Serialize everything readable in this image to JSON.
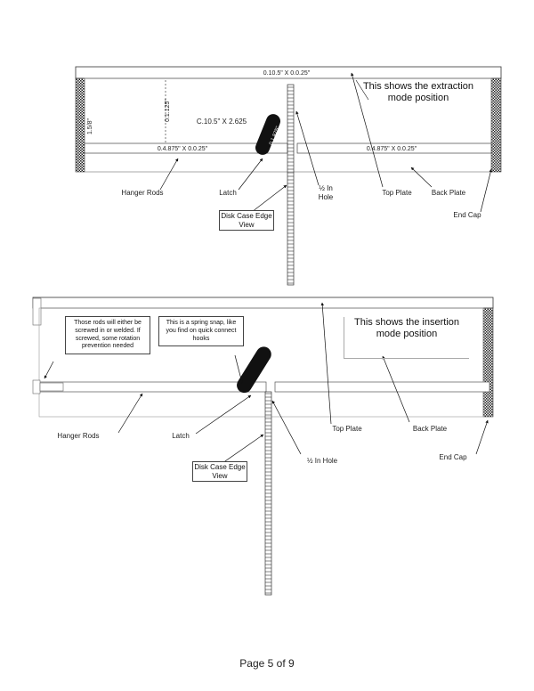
{
  "diagram1": {
    "title": "This shows the extraction mode position",
    "dim_top": "0.10.5\" X 0.0.25\"",
    "dim_vert": "0.1.125\"",
    "dim_left": "1.5/8\"",
    "dim_mid": "C.10.5\" X 2.625",
    "dim_latch": "0.1.875\"",
    "dim_rod_left": "0.4.875\" X 0.0.25\"",
    "dim_rod_right": "0.4.875\" X 0.0.25\"",
    "labels": {
      "hanger_rods": "Hanger Rods",
      "latch": "Latch",
      "hole": "½ In Hole",
      "top_plate": "Top Plate",
      "back_plate": "Back Plate",
      "end_cap": "End Cap",
      "disk_case": "Disk Case Edge View"
    }
  },
  "diagram2": {
    "title": "This shows the insertion mode position",
    "note_rods": "Those rods will either be screwed in or welded. If screwed, some rotation prevention needed",
    "note_latch": "This is a spring snap, like you find on quick connect hooks",
    "labels": {
      "hanger_rods": "Hanger Rods",
      "latch": "Latch",
      "hole": "½ In Hole",
      "top_plate": "Top Plate",
      "back_plate": "Back Plate",
      "end_cap": "End Cap",
      "disk_case": "Disk Case Edge View"
    }
  },
  "footer": {
    "page": "Page 5 of 9"
  }
}
